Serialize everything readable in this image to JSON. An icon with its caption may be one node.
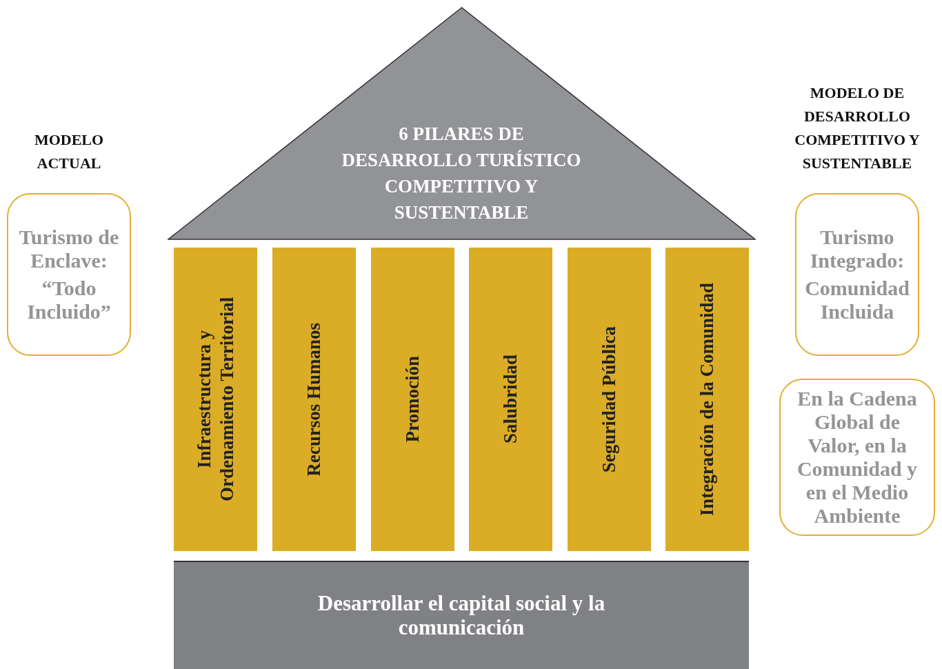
{
  "diagram": {
    "nodes": [
      {
        "text": [
          "6 PILARES DE DESARROLLO TURÍSTICO COMPETITIVO Y SUSTENTABLE"
        ]
      },
      {
        "text": [
          "Infraestructura y Ordenamiento Territorial"
        ]
      },
      {
        "text": [
          "Recursos Humanos"
        ]
      },
      {
        "text": [
          "Promoción"
        ]
      },
      {
        "text": [
          "Salubridad"
        ]
      },
      {
        "text": [
          "Seguridad Pública"
        ]
      },
      {
        "text": [
          "Integración de la Comunidad"
        ]
      },
      {
        "text": [
          "Desarrollar el capital social y la comunicación"
        ]
      },
      {
        "text": [
          "Turismo de Enclave:",
          "“Todo Incluido”"
        ]
      },
      {
        "text": [
          "Turismo Integrado:",
          "Comunidad Incluida"
        ]
      },
      {
        "text": [
          "En la Cadena Global de Valor, en la Comunidad y en el Medio Ambiente"
        ]
      }
    ],
    "labels": [
      "MODELO ACTUAL",
      "MODELO DE DESARROLLO COMPETITIVO Y SUSTENTABLE"
    ]
  }
}
